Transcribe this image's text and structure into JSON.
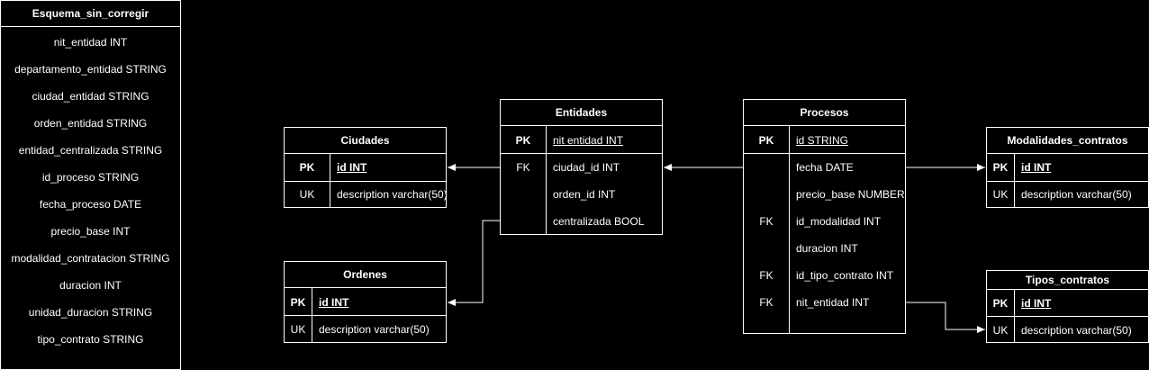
{
  "schema_table": {
    "title": "Esquema_sin_corregir",
    "fields": [
      "nit_entidad INT",
      "departamento_entidad STRING",
      "ciudad_entidad STRING",
      "orden_entidad STRING",
      "entidad_centralizada STRING",
      "id_proceso STRING",
      "fecha_proceso DATE",
      "precio_base INT",
      "modalidad_contratacion STRING",
      "duracion INT",
      "unidad_duracion STRING",
      "tipo_contrato STRING"
    ]
  },
  "ciudades": {
    "title": "Ciudades",
    "rows": [
      {
        "key": "PK",
        "field": "id INT"
      },
      {
        "key": "UK",
        "field": "description varchar(50)"
      }
    ]
  },
  "ordenes": {
    "title": "Ordenes",
    "rows": [
      {
        "key": "PK",
        "field": "id INT"
      },
      {
        "key": "UK",
        "field": "description varchar(50)"
      }
    ]
  },
  "entidades": {
    "title": "Entidades",
    "rows": [
      {
        "key": "PK",
        "field": "nit entidad INT"
      },
      {
        "key": "FK",
        "field": "ciudad_id INT"
      },
      {
        "key": "",
        "field": "orden_id INT"
      },
      {
        "key": "",
        "field": "centralizada BOOL"
      }
    ]
  },
  "procesos": {
    "title": "Procesos",
    "rows": [
      {
        "key": "PK",
        "field": "id STRING"
      },
      {
        "key": "",
        "field": "fecha DATE"
      },
      {
        "key": "",
        "field": "precio_base NUMBER"
      },
      {
        "key": "FK",
        "field": "id_modalidad INT"
      },
      {
        "key": "",
        "field": "duracion INT"
      },
      {
        "key": "FK",
        "field": "id_tipo_contrato INT"
      },
      {
        "key": "FK",
        "field": "nit_entidad INT"
      }
    ]
  },
  "modalidades": {
    "title": "Modalidades_contratos",
    "rows": [
      {
        "key": "PK",
        "field": "id INT"
      },
      {
        "key": "UK",
        "field": "description varchar(50)"
      }
    ]
  },
  "tipos": {
    "title": "Tipos_contratos",
    "rows": [
      {
        "key": "PK",
        "field": "id INT"
      },
      {
        "key": "UK",
        "field": "description varchar(50)"
      }
    ]
  }
}
